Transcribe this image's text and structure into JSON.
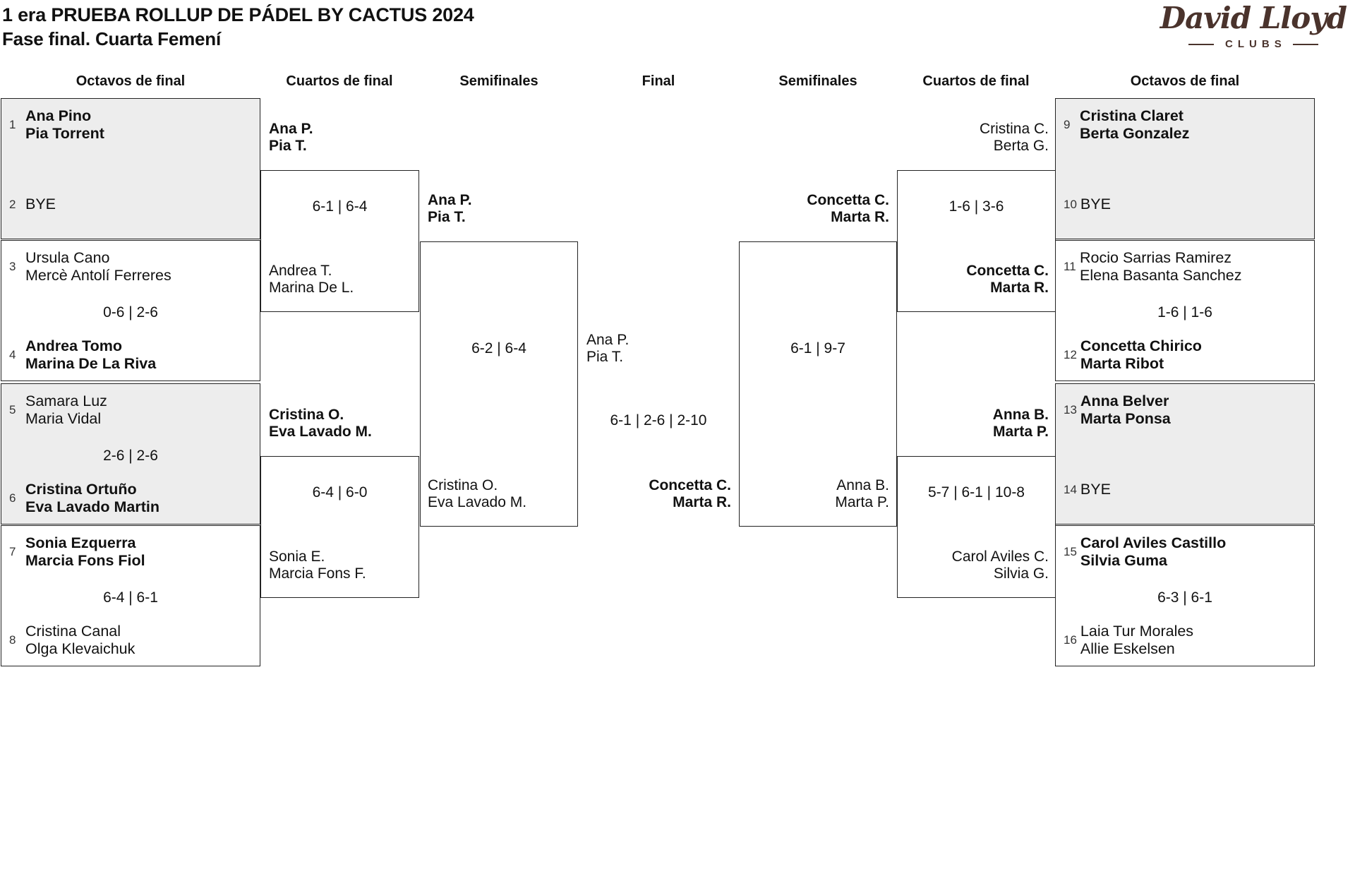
{
  "header": {
    "title": "1 era PRUEBA ROLLUP DE PÁDEL BY CACTUS 2024",
    "subtitle": "Fase final. Cuarta Femení"
  },
  "logo": {
    "brand": "David Lloyd",
    "clubs": "CLUBS",
    "color": "#4a332c"
  },
  "round_headers": [
    "Octavos de final",
    "Cuartos de final",
    "Semifinales",
    "Final",
    "Semifinales",
    "Cuartos de final",
    "Octavos de final"
  ],
  "colors": {
    "background": "#ffffff",
    "box_border": "#222222",
    "shaded_box": "#ededed",
    "text": "#111111",
    "seed_text": "#333333",
    "logo_brown": "#4a332c"
  },
  "round_of_16": [
    {
      "side": "left",
      "slot": 0,
      "shaded": true,
      "seed_top": {
        "n": "1",
        "names": [
          "Ana Pino",
          "Pia Torrent"
        ],
        "bold": true
      },
      "seed_bottom": {
        "n": "2",
        "names": [
          "BYE"
        ],
        "bold": false
      },
      "score": ""
    },
    {
      "side": "left",
      "slot": 1,
      "shaded": false,
      "seed_top": {
        "n": "3",
        "names": [
          "Ursula Cano",
          "Mercè Antolí Ferreres"
        ],
        "bold": false
      },
      "seed_bottom": {
        "n": "4",
        "names": [
          "Andrea Tomo",
          "Marina De La Riva"
        ],
        "bold": true
      },
      "score": "0-6 | 2-6"
    },
    {
      "side": "left",
      "slot": 2,
      "shaded": true,
      "seed_top": {
        "n": "5",
        "names": [
          "Samara Luz",
          "Maria Vidal"
        ],
        "bold": false
      },
      "seed_bottom": {
        "n": "6",
        "names": [
          "Cristina Ortuño",
          "Eva Lavado Martin"
        ],
        "bold": true
      },
      "score": "2-6 | 2-6"
    },
    {
      "side": "left",
      "slot": 3,
      "shaded": false,
      "seed_top": {
        "n": "7",
        "names": [
          "Sonia Ezquerra",
          "Marcia Fons Fiol"
        ],
        "bold": true
      },
      "seed_bottom": {
        "n": "8",
        "names": [
          "Cristina Canal",
          "Olga Klevaichuk"
        ],
        "bold": false
      },
      "score": "6-4 | 6-1"
    },
    {
      "side": "right",
      "slot": 0,
      "shaded": true,
      "seed_top": {
        "n": "9",
        "names": [
          "Cristina Claret",
          "Berta Gonzalez"
        ],
        "bold": true
      },
      "seed_bottom": {
        "n": "10",
        "names": [
          "BYE"
        ],
        "bold": false
      },
      "score": ""
    },
    {
      "side": "right",
      "slot": 1,
      "shaded": false,
      "seed_top": {
        "n": "11",
        "names": [
          "Rocio Sarrias Ramirez",
          "Elena Basanta Sanchez"
        ],
        "bold": false
      },
      "seed_bottom": {
        "n": "12",
        "names": [
          "Concetta Chirico",
          "Marta Ribot"
        ],
        "bold": true
      },
      "score": "1-6 | 1-6"
    },
    {
      "side": "right",
      "slot": 2,
      "shaded": true,
      "seed_top": {
        "n": "13",
        "names": [
          "Anna Belver",
          "Marta Ponsa"
        ],
        "bold": true
      },
      "seed_bottom": {
        "n": "14",
        "names": [
          "BYE"
        ],
        "bold": false
      },
      "score": ""
    },
    {
      "side": "right",
      "slot": 3,
      "shaded": false,
      "seed_top": {
        "n": "15",
        "names": [
          "Carol Aviles Castillo",
          "Silvia Guma"
        ],
        "bold": true
      },
      "seed_bottom": {
        "n": "16",
        "names": [
          "Laia Tur Morales",
          "Allie Eskelsen"
        ],
        "bold": false
      },
      "score": "6-3 | 6-1"
    }
  ],
  "quarterfinals": [
    {
      "side": "left",
      "slot": 0,
      "score": "6-1 | 6-4",
      "top": {
        "names": [
          "Ana P.",
          "Pia T."
        ],
        "bold": true
      },
      "bottom": {
        "names": [
          "Andrea T.",
          "Marina De L."
        ],
        "bold": false
      }
    },
    {
      "side": "left",
      "slot": 1,
      "score": "6-4 | 6-0",
      "top": {
        "names": [
          "Cristina O.",
          "Eva Lavado M."
        ],
        "bold": true
      },
      "bottom": {
        "names": [
          "Sonia E.",
          "Marcia Fons F."
        ],
        "bold": false
      }
    },
    {
      "side": "right",
      "slot": 0,
      "score": "1-6 | 3-6",
      "top": {
        "names": [
          "Cristina C.",
          "Berta G."
        ],
        "bold": false
      },
      "bottom": {
        "names": [
          "Concetta C.",
          "Marta R."
        ],
        "bold": true
      }
    },
    {
      "side": "right",
      "slot": 1,
      "score": "5-7 | 6-1 | 10-8",
      "top": {
        "names": [
          "Anna B.",
          "Marta P."
        ],
        "bold": true
      },
      "bottom": {
        "names": [
          "Carol Aviles C.",
          "Silvia G."
        ],
        "bold": false
      }
    }
  ],
  "semifinals": [
    {
      "side": "left",
      "score": "6-2 | 6-4",
      "top": {
        "names": [
          "Ana P.",
          "Pia T."
        ],
        "bold": true
      },
      "bottom": {
        "names": [
          "Cristina O.",
          "Eva Lavado M."
        ],
        "bold": false
      }
    },
    {
      "side": "right",
      "score": "6-1 | 9-7",
      "top": {
        "names": [
          "Concetta C.",
          "Marta R."
        ],
        "bold": true
      },
      "bottom": {
        "names": [
          "Anna B.",
          "Marta P."
        ],
        "bold": false
      }
    }
  ],
  "final": {
    "score": "6-1 | 2-6 | 2-10",
    "left": {
      "names": [
        "Ana P.",
        "Pia T."
      ],
      "bold": false
    },
    "right": {
      "names": [
        "Concetta C.",
        "Marta R."
      ],
      "bold": true
    }
  }
}
